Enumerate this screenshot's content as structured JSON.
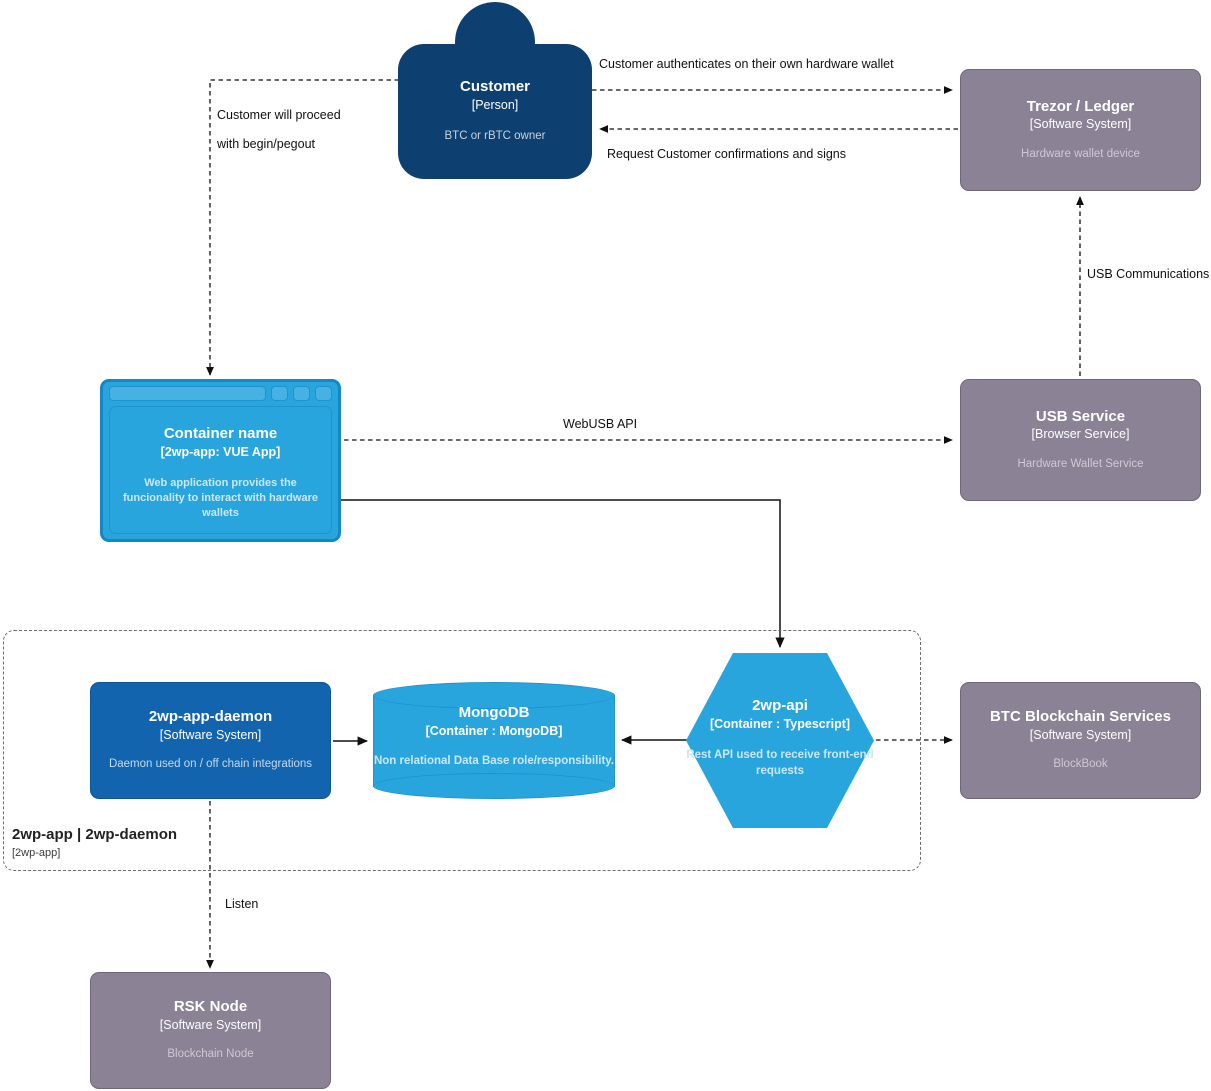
{
  "diagram": {
    "type": "c4-container-diagram",
    "colors": {
      "person": "#0d4071",
      "internal_system": "#1264ae",
      "external_system": "#8b8296",
      "container": "#29a5dd",
      "edge": "#101010",
      "boundary": "#6b6b6b"
    }
  },
  "nodes": {
    "customer": {
      "title": "Customer",
      "tech": "[Person]",
      "desc": "BTC or rBTC owner"
    },
    "trezor": {
      "title": "Trezor / Ledger",
      "tech": "[Software System]",
      "desc": "Hardware wallet device"
    },
    "usb_service": {
      "title": "USB Service",
      "tech": "[Browser Service]",
      "desc": "Hardware Wallet Service"
    },
    "browser_app": {
      "title": "Container name",
      "tech": "[2wp-app: VUE App]",
      "desc": "Web application provides the funcionality to interact with hardware wallets"
    },
    "daemon": {
      "title": "2wp-app-daemon",
      "tech": "[Software System]",
      "desc": "Daemon used on / off chain integrations"
    },
    "mongodb": {
      "title": "MongoDB",
      "tech": "[Container : MongoDB]",
      "desc": "Non relational Data Base role/responsibility."
    },
    "api": {
      "title": "2wp-api",
      "tech": "[Container : Typescript]",
      "desc": "Rest API used to receive front-end requests"
    },
    "btc_blockchain": {
      "title": "BTC Blockchain Services",
      "tech": "[Software System]",
      "desc": "BlockBook"
    },
    "rsk_node": {
      "title": "RSK Node",
      "tech": "[Software System]",
      "desc": "Blockchain Node"
    }
  },
  "boundary": {
    "title": "2wp-app | 2wp-daemon",
    "subtitle": "[2wp-app]"
  },
  "edges": {
    "customer_to_trezor": "Customer authenticates on their own hardware wallet",
    "trezor_to_customer": "Request Customer confirmations and signs",
    "customer_to_app_line1": "Customer will proceed",
    "customer_to_app_line2": "with begin/pegout",
    "usb_service_to_trezor": "USB Communications",
    "app_to_usb_service": "WebUSB API",
    "daemon_to_rsk": "Listen"
  }
}
